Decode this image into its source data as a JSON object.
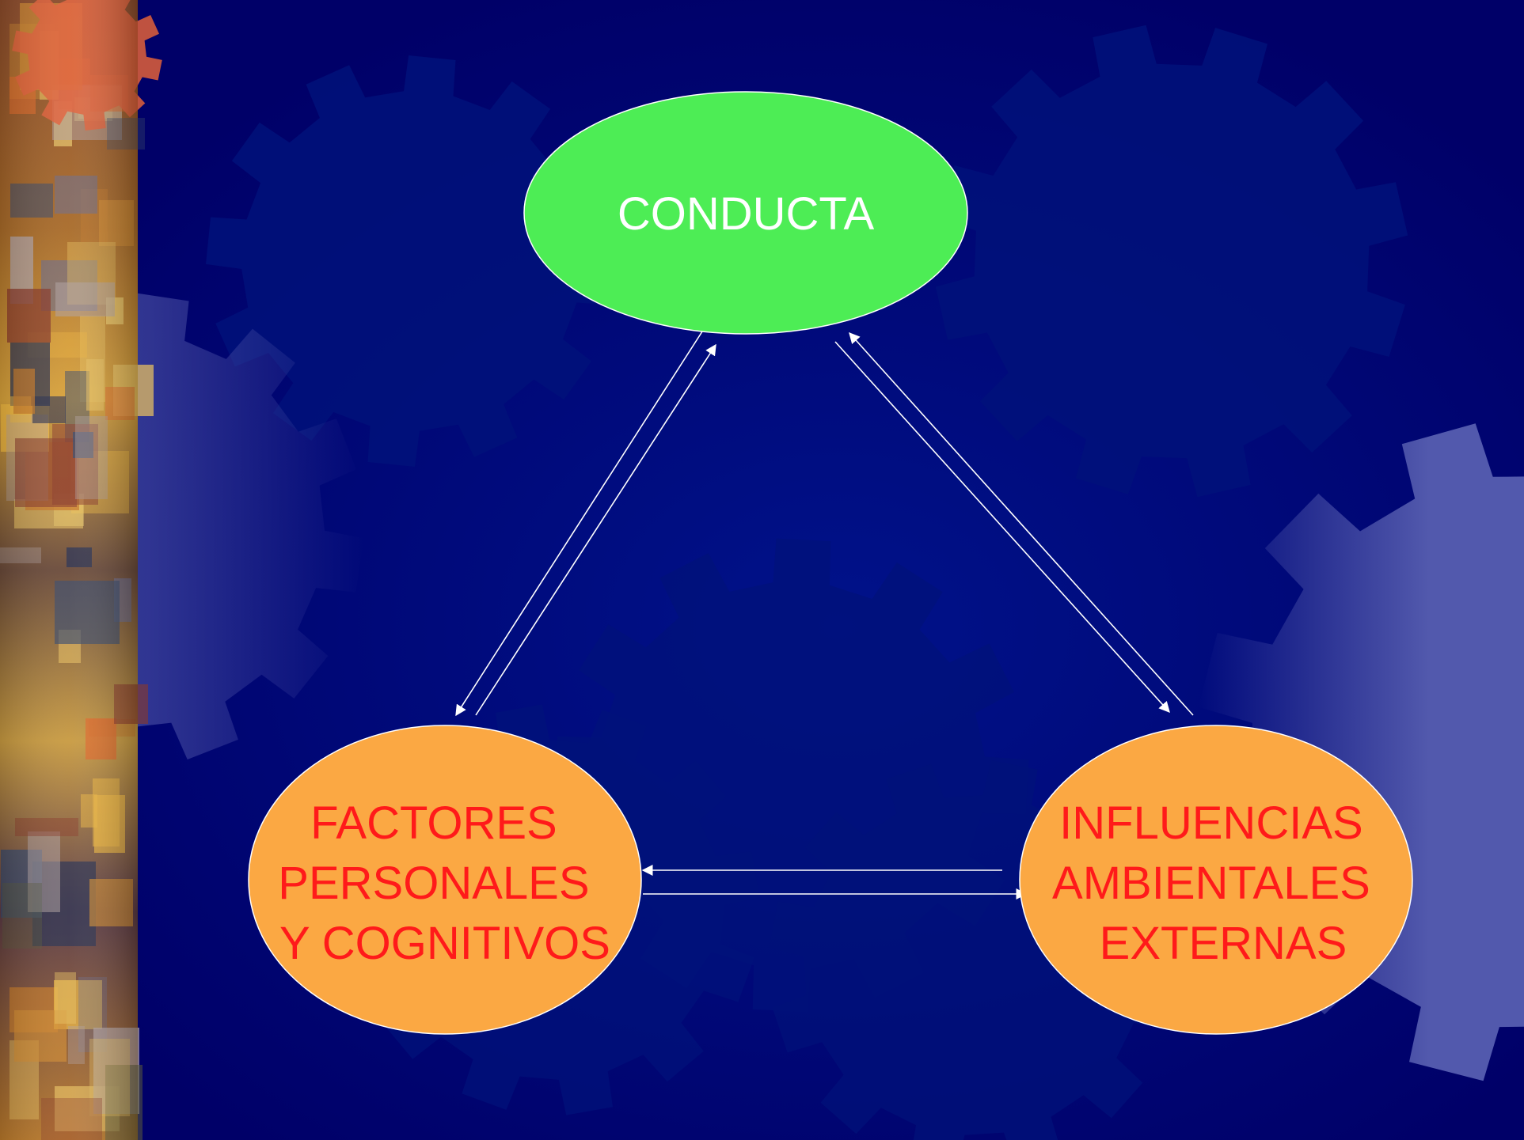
{
  "colors": {
    "background": "#000070",
    "gear_dark": "#00127a",
    "gear_light": "#5259ad",
    "node_top_fill": "#4ded55",
    "node_top_text": "#ffffff",
    "node_bottom_fill": "#fba843",
    "node_bottom_text": "#ff1a1a",
    "arrow": "#ffffff"
  },
  "nodes": {
    "conducta": {
      "lines": [
        "CONDUCTA"
      ]
    },
    "factores": {
      "lines": [
        "FACTORES",
        "PERSONALES",
        "Y COGNITIVOS"
      ]
    },
    "influencias": {
      "lines": [
        "INFLUENCIAS",
        "AMBIENTALES",
        "EXTERNAS"
      ]
    }
  },
  "edges": [
    {
      "from": "conducta",
      "to": "factores"
    },
    {
      "from": "factores",
      "to": "conducta"
    },
    {
      "from": "conducta",
      "to": "influencias"
    },
    {
      "from": "influencias",
      "to": "conducta"
    },
    {
      "from": "factores",
      "to": "influencias"
    },
    {
      "from": "influencias",
      "to": "factores"
    }
  ],
  "decoration": {
    "left_strip": "collage-image",
    "background": "gear-pattern"
  }
}
